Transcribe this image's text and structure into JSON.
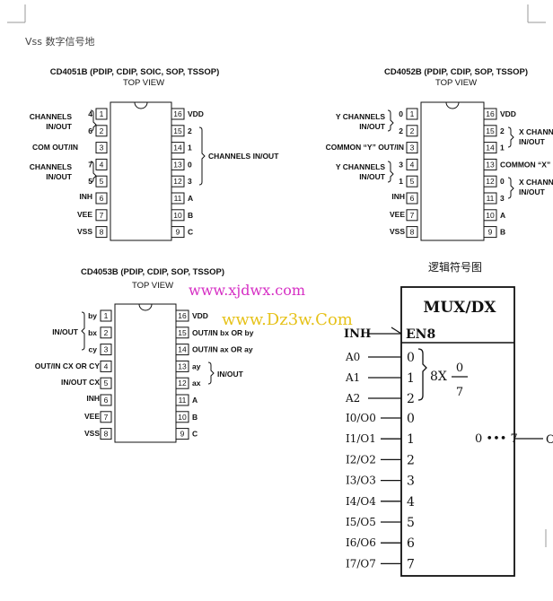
{
  "header_text": "Vss 数字信号地",
  "logic_symbol_caption": "逻辑符号图",
  "watermarks": [
    "www.xjdwx.com",
    "www.Dz3w.Com"
  ],
  "chips": [
    {
      "id": "cd4051b",
      "title": "CD4051B (PDIP, CDIP, SOIC, SOP, TSSOP)",
      "subtitle": "TOP VIEW",
      "left_pin_nums": [
        "1",
        "2",
        "3",
        "4",
        "5",
        "6",
        "7",
        "8"
      ],
      "left_pin_names": [
        "4",
        "6",
        "",
        "7",
        "5",
        "",
        "",
        ""
      ],
      "left_labels": [
        "CHANNELS\nIN/OUT",
        "COM OUT/IN",
        "CHANNELS\nIN/OUT",
        "INH",
        "VEE",
        "VSS"
      ],
      "right_pin_nums": [
        "16",
        "15",
        "14",
        "13",
        "12",
        "11",
        "10",
        "9"
      ],
      "right_pin_names": [
        "VDD",
        "2",
        "1",
        "0",
        "3",
        "A",
        "B",
        "C"
      ],
      "right_labels": [
        "CHANNELS IN/OUT"
      ]
    },
    {
      "id": "cd4052b",
      "title": "CD4052B (PDIP, CDIP, SOP, TSSOP)",
      "subtitle": "TOP VIEW",
      "left_pin_nums": [
        "1",
        "2",
        "3",
        "4",
        "5",
        "6",
        "7",
        "8"
      ],
      "left_pin_names": [
        "0",
        "2",
        "",
        "3",
        "1",
        "",
        "",
        ""
      ],
      "left_labels": [
        "Y CHANNELS\nIN/OUT",
        "COMMON “Y” OUT/IN",
        "Y CHANNELS\nIN/OUT",
        "INH",
        "VEE",
        "VSS"
      ],
      "right_pin_nums": [
        "16",
        "15",
        "14",
        "13",
        "12",
        "11",
        "10",
        "9"
      ],
      "right_pin_names": [
        "VDD",
        "2",
        "1",
        "COMMON “X”",
        "0",
        "3",
        "A",
        "B"
      ],
      "right_labels": [
        "X CHANN\nIN/OUT",
        "X CHANN\nIN/OUT"
      ]
    },
    {
      "id": "cd4053b",
      "title": "CD4053B (PDIP, CDIP, SOP, TSSOP)",
      "subtitle": "TOP VIEW",
      "left_pin_nums": [
        "1",
        "2",
        "3",
        "4",
        "5",
        "6",
        "7",
        "8"
      ],
      "left_pin_names": [
        "by",
        "bx",
        "cy",
        "",
        "",
        "",
        "",
        ""
      ],
      "left_labels": [
        "IN/OUT",
        "OUT/IN CX OR CY",
        "IN/OUT CX",
        "INH",
        "VEE",
        "VSS"
      ],
      "right_pin_nums": [
        "16",
        "15",
        "14",
        "13",
        "12",
        "11",
        "10",
        "9"
      ],
      "right_pin_names": [
        "VDD",
        "OUT/IN bx OR by",
        "OUT/IN ax OR ay",
        "ay",
        "ax",
        "A",
        "B",
        "C"
      ],
      "right_labels": [
        "IN/OUT"
      ]
    }
  ],
  "mux_symbol": {
    "title": "MUX/DX",
    "enable_label": "EN8",
    "inh_label": "INH",
    "address_inputs": [
      "A0",
      "A1",
      "A2"
    ],
    "address_weights": [
      "0",
      "1",
      "2"
    ],
    "range_prefix": "8X",
    "range_numerator": "0",
    "range_denominator": "7",
    "io_labels": [
      "I0/O0",
      "I1/O1",
      "I2/O2",
      "I3/O3",
      "I4/O4",
      "I5/O5",
      "I6/O6",
      "I7/O7"
    ],
    "io_numbers": [
      "0",
      "1",
      "2",
      "3",
      "4",
      "5",
      "6",
      "7"
    ],
    "output_label": "0 ••• 7",
    "output_pin": "O"
  }
}
